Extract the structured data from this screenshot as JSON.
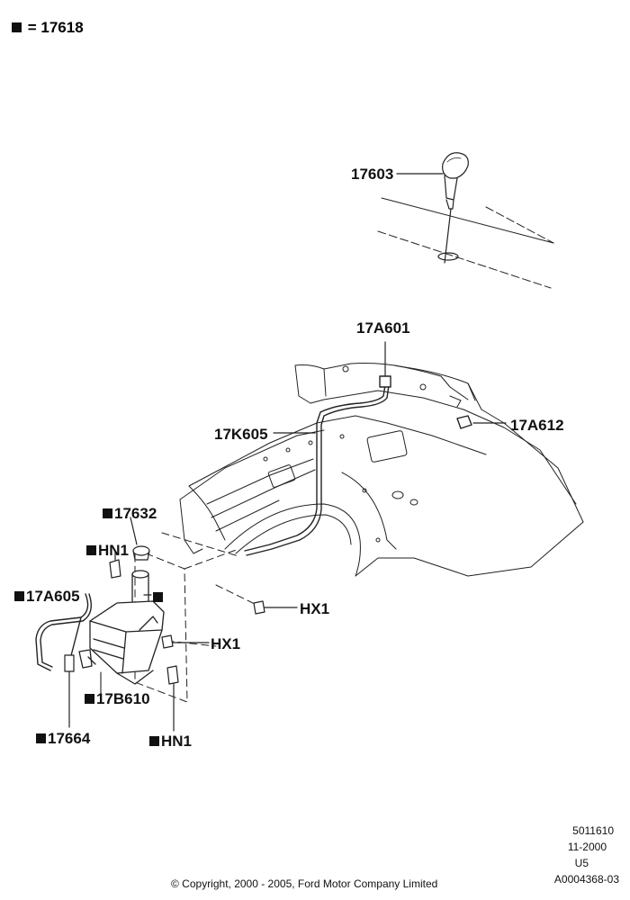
{
  "legend": {
    "symbol": "■",
    "text": "= 17618"
  },
  "labels": {
    "p17603": "17603",
    "p17A601": "17A601",
    "p17A612": "17A612",
    "p17K605": "17K605",
    "p17632": "17632",
    "pHN1_upper": "HN1",
    "p17A605": "17A605",
    "pHX1_upper": "HX1",
    "pHX1_lower": "HX1",
    "p17B610": "17B610",
    "p17664": "17664",
    "pHN1_lower": "HN1"
  },
  "meta": {
    "line1": "5011610",
    "line2": "11-2000",
    "line3": "U5",
    "line4": "A0004368-03"
  },
  "copyright": "© Copyright, 2000 - 2005, Ford Motor Company Limited"
}
